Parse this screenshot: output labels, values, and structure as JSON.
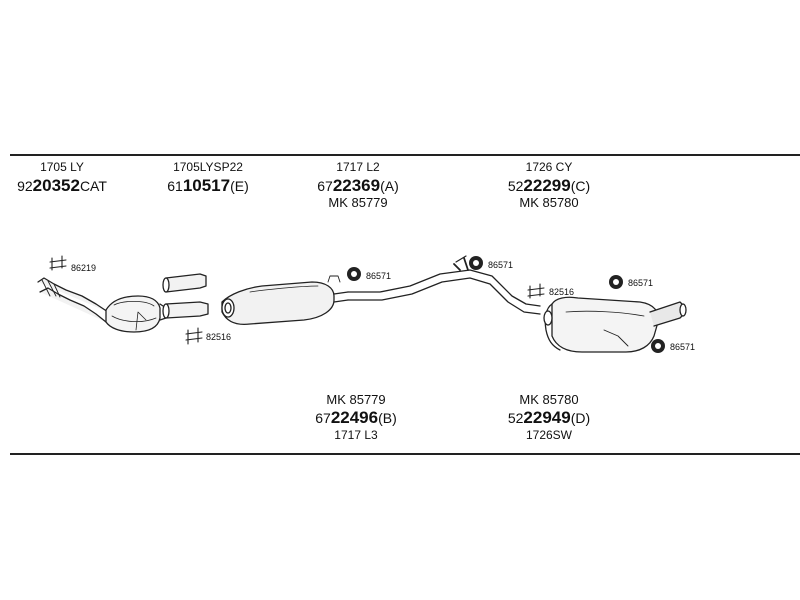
{
  "top_parts": [
    {
      "code": "1705 LY",
      "pn_prefix": "92",
      "pn_main": "20352",
      "pn_suffix": "CAT",
      "mk": ""
    },
    {
      "code": "1705LYSP22",
      "pn_prefix": "61",
      "pn_main": "10517",
      "pn_suffix": "(E)",
      "mk": ""
    },
    {
      "code": "1717 L2",
      "pn_prefix": "67",
      "pn_main": "22369",
      "pn_suffix": "(A)",
      "mk": "MK  85779"
    },
    {
      "code": "1726 CY",
      "pn_prefix": "52",
      "pn_main": "22299",
      "pn_suffix": "(C)",
      "mk": "MK  85780"
    }
  ],
  "bottom_parts": [
    {
      "mk": "MK  85779",
      "pn_prefix": "67",
      "pn_main": "22496",
      "pn_suffix": "(B)",
      "code": "1717 L3"
    },
    {
      "mk": "MK  85780",
      "pn_prefix": "52",
      "pn_main": "22949",
      "pn_suffix": "(D)",
      "code": "1726SW"
    }
  ],
  "small_parts": [
    {
      "ref": "86219"
    },
    {
      "ref": "82516"
    },
    {
      "ref": "86571"
    },
    {
      "ref": "86571"
    },
    {
      "ref": "82516"
    },
    {
      "ref": "86571"
    },
    {
      "ref": "86571"
    }
  ],
  "colors": {
    "line": "#222222",
    "fill_light": "#f2f2f2",
    "shade": "#9a9a9a"
  }
}
